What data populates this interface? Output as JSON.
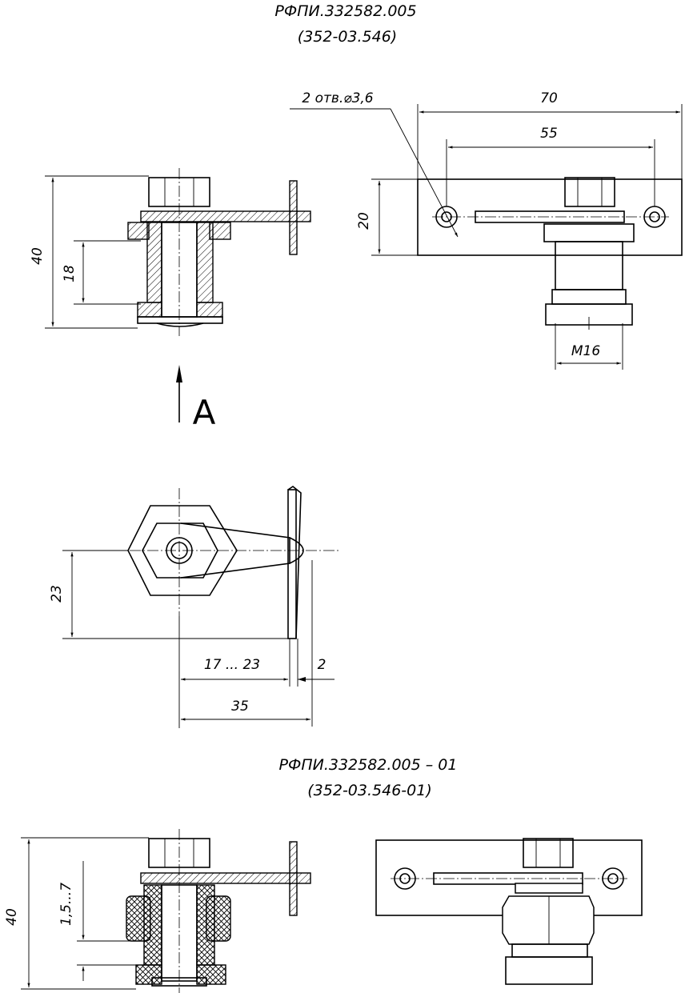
{
  "drawing1": {
    "code": "РФПИ.332582.005",
    "subcode": "(352-03.546)",
    "dims": {
      "height_total": "40",
      "height_inner": "18",
      "length_total": "70",
      "hole_spacing": "55",
      "plate_height": "20",
      "holes_note": "2 отв.⌀3,6",
      "thread": "M16",
      "view_label": "A",
      "offset_23": "23",
      "range": "17 ... 23",
      "thickness": "2",
      "length_35": "35"
    }
  },
  "drawing2": {
    "code": "РФПИ.332582.005 – 01",
    "subcode": "(352-03.546-01)",
    "dims": {
      "height_total": "40",
      "range_small": "1,5...7"
    }
  }
}
